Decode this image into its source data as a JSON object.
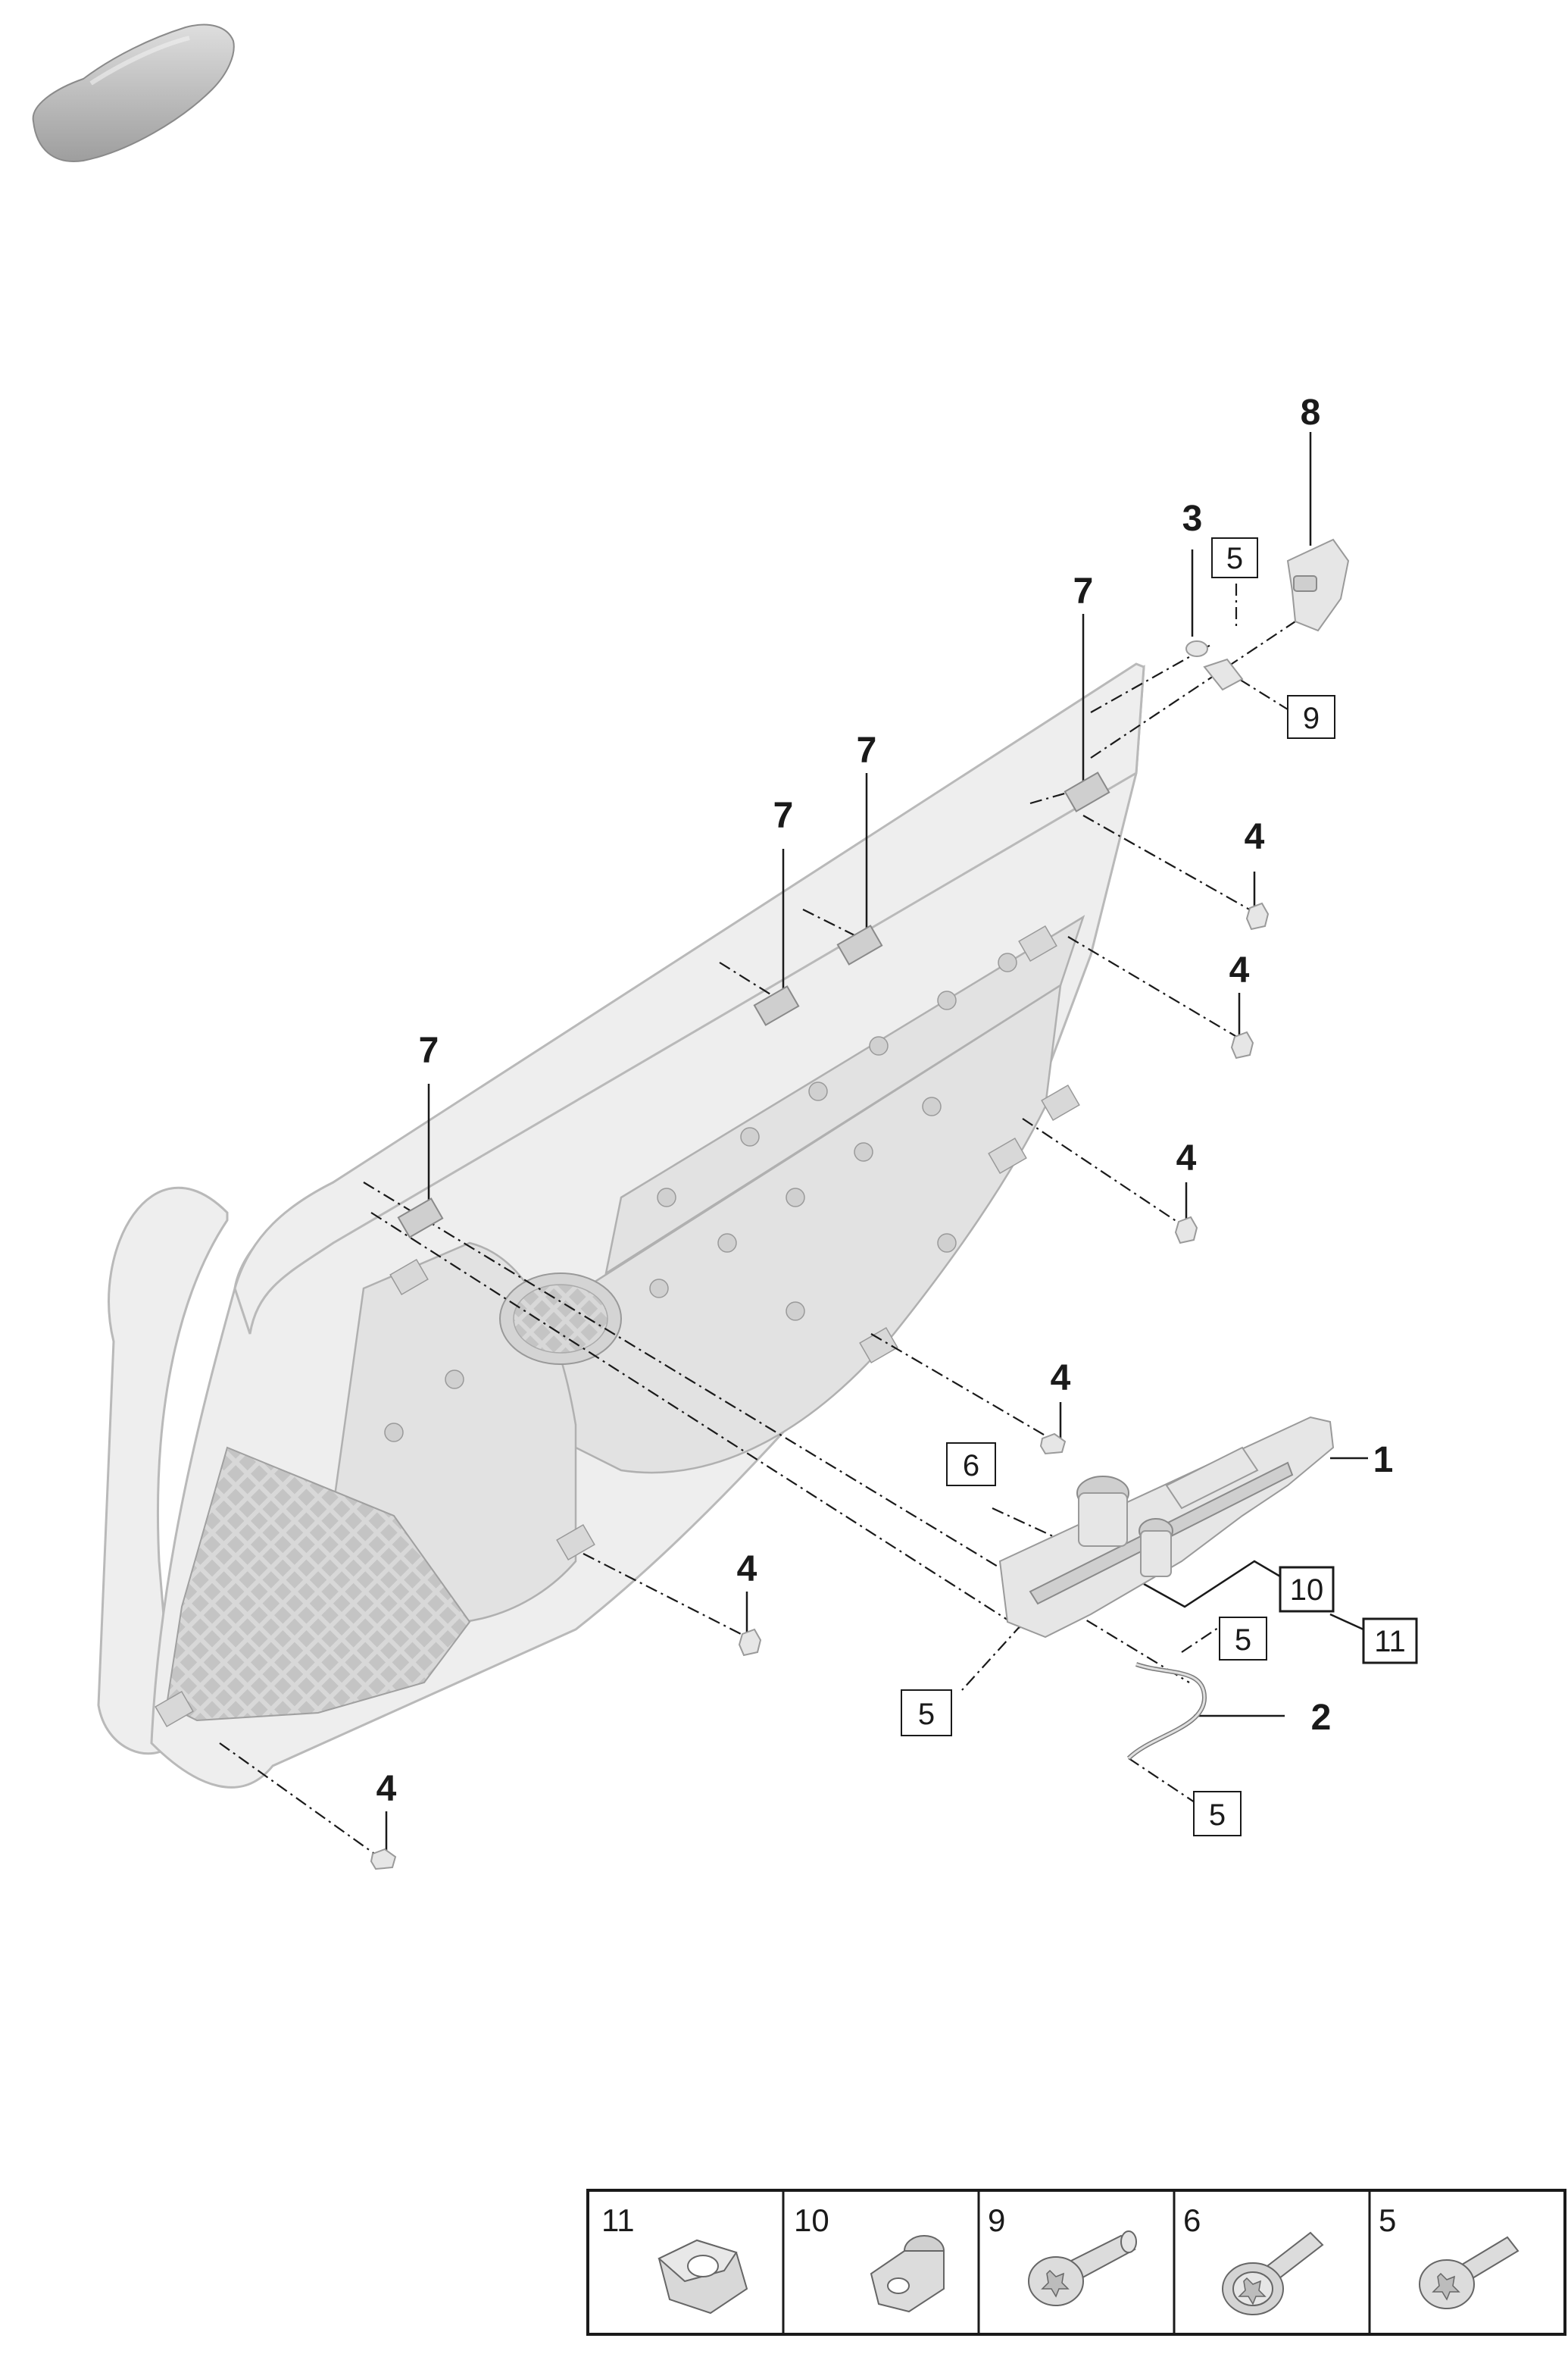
{
  "callouts": [
    "1",
    "2",
    "3",
    "4",
    "5",
    "6",
    "7",
    "8",
    "9",
    "10",
    "11"
  ],
  "legend": [
    {
      "number": "11",
      "icon": "hex-nut-icon"
    },
    {
      "number": "10",
      "icon": "flange-nut-icon"
    },
    {
      "number": "9",
      "icon": "torx-stud-screw-icon"
    },
    {
      "number": "6",
      "icon": "torx-washer-screw-icon"
    },
    {
      "number": "5",
      "icon": "torx-screw-icon"
    }
  ],
  "colors": {
    "line": "#1a1a1a",
    "part_fill": "#e6e6e6",
    "part_edge": "#9a9a9a",
    "car_fill": "#bdbdbd"
  }
}
